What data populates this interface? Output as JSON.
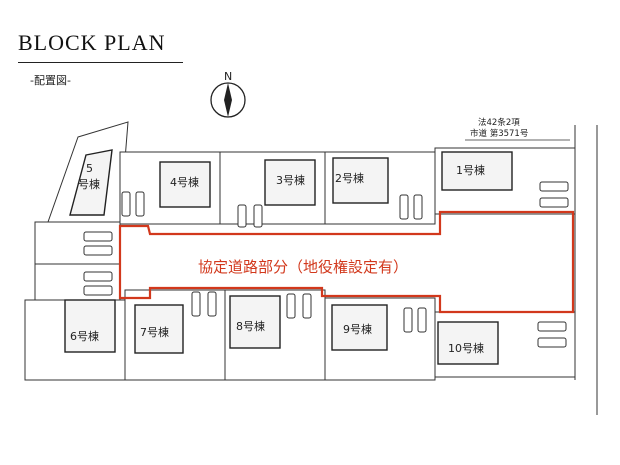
{
  "header": {
    "title": "BLOCK PLAN",
    "subtitle": "-配置図-"
  },
  "compass": {
    "label": "N"
  },
  "road_note": {
    "line1": "法42条2項",
    "line2": "市道 第3571号"
  },
  "road": {
    "label": "協定道路部分（地役権設定有）",
    "color": "#d2381c"
  },
  "buildings": {
    "b1": "1号棟",
    "b2": "2号棟",
    "b3": "3号棟",
    "b4": "4号棟",
    "b5a": "5",
    "b5b": "号棟",
    "b6": "6号棟",
    "b7": "7号棟",
    "b8": "8号棟",
    "b9": "9号棟",
    "b10": "10号棟"
  }
}
